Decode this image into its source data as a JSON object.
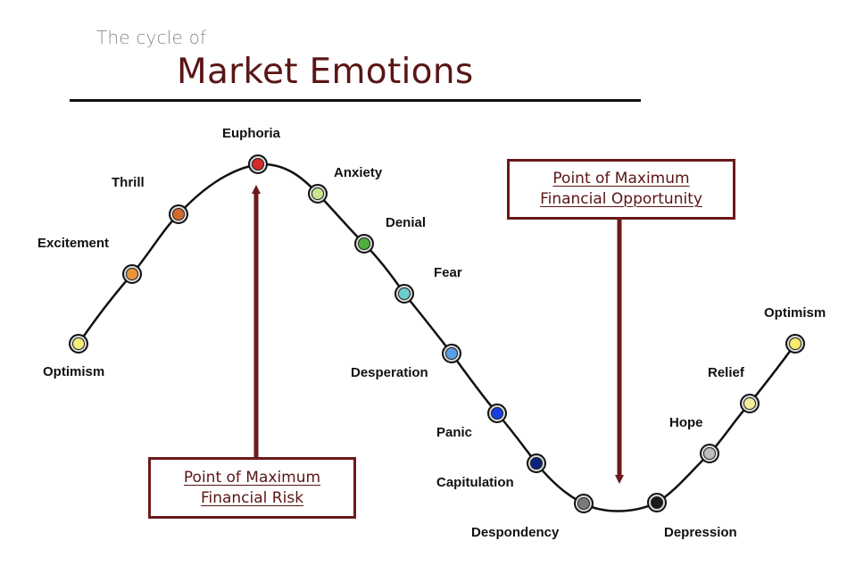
{
  "subtitle": "The cycle of",
  "title": "Market Emotions",
  "stages": [
    {
      "label": "Optimism",
      "color": "#f4ef7a"
    },
    {
      "label": "Excitement",
      "color": "#e8953a"
    },
    {
      "label": "Thrill",
      "color": "#d8692e"
    },
    {
      "label": "Euphoria",
      "color": "#d42a2a"
    },
    {
      "label": "Anxiety",
      "color": "#c8e690"
    },
    {
      "label": "Denial",
      "color": "#4fae3c"
    },
    {
      "label": "Fear",
      "color": "#6ecdcd"
    },
    {
      "label": "Desperation",
      "color": "#5aa0e6"
    },
    {
      "label": "Panic",
      "color": "#1a3ee0"
    },
    {
      "label": "Capitulation",
      "color": "#0a237a"
    },
    {
      "label": "Despondency",
      "color": "#7a7a7a"
    },
    {
      "label": "Depression",
      "color": "#1a1a1a"
    },
    {
      "label": "Hope",
      "color": "#bdbdbd"
    },
    {
      "label": "Relief",
      "color": "#f2ee9a"
    },
    {
      "label": "Optimism",
      "color": "#f6ee6a"
    }
  ],
  "callouts": {
    "opportunity": {
      "line1": "Point of Maximum",
      "line2": "Financial Opportunity"
    },
    "risk": {
      "line1": "Point of Maximum",
      "line2": "Financial Risk"
    }
  },
  "colors": {
    "accent": "#6b1a1a",
    "title": "#5b1515",
    "curve": "#111111"
  }
}
